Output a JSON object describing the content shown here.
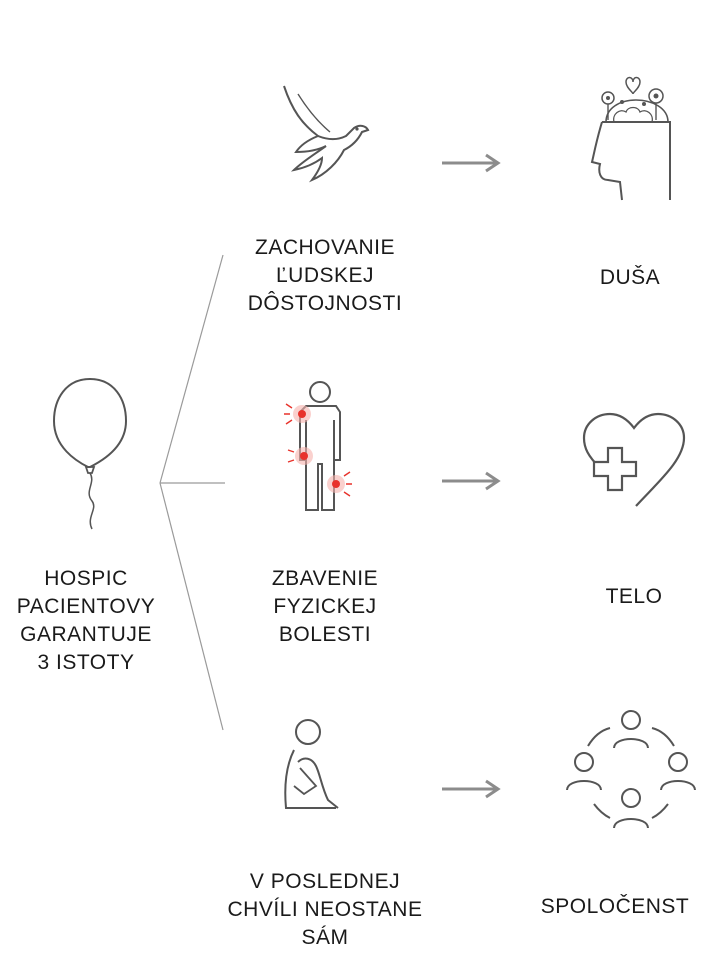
{
  "root": {
    "label_lines": [
      "HOSPIC",
      "PACIENTOVY",
      "GARANTUJE",
      "3 ISTOTY"
    ],
    "icon": "balloon-icon"
  },
  "rows": [
    {
      "guarantee_lines": [
        "ZACHOVANIE",
        "ĽUDSKEJ",
        "DÔSTOJNOSTI"
      ],
      "guarantee_icon": "dove-icon",
      "arrow_icon": "arrow-right-icon",
      "aspect": "DUŠA",
      "aspect_icon": "head-with-flowers-icon"
    },
    {
      "guarantee_lines": [
        "ZBAVENIE",
        "FYZICKEJ",
        "BOLESTI"
      ],
      "guarantee_icon": "body-pain-points-icon",
      "arrow_icon": "arrow-right-icon",
      "aspect": "TELO",
      "aspect_icon": "heart-with-cross-icon"
    },
    {
      "guarantee_lines": [
        "V POSLEDNEJ",
        "CHVÍLI NEOSTANE",
        "SÁM"
      ],
      "guarantee_icon": "sitting-person-icon",
      "arrow_icon": "arrow-right-icon",
      "aspect": "SPOLOČENST",
      "aspect_icon": "community-circle-icon"
    }
  ],
  "colors": {
    "text": "#1a1a1a",
    "icon_stroke": "#555555",
    "connector": "#9a9a9a",
    "arrow": "#8c8c8c",
    "pain_dot": "#e8322b",
    "pain_glow": "#f7b3ae"
  }
}
